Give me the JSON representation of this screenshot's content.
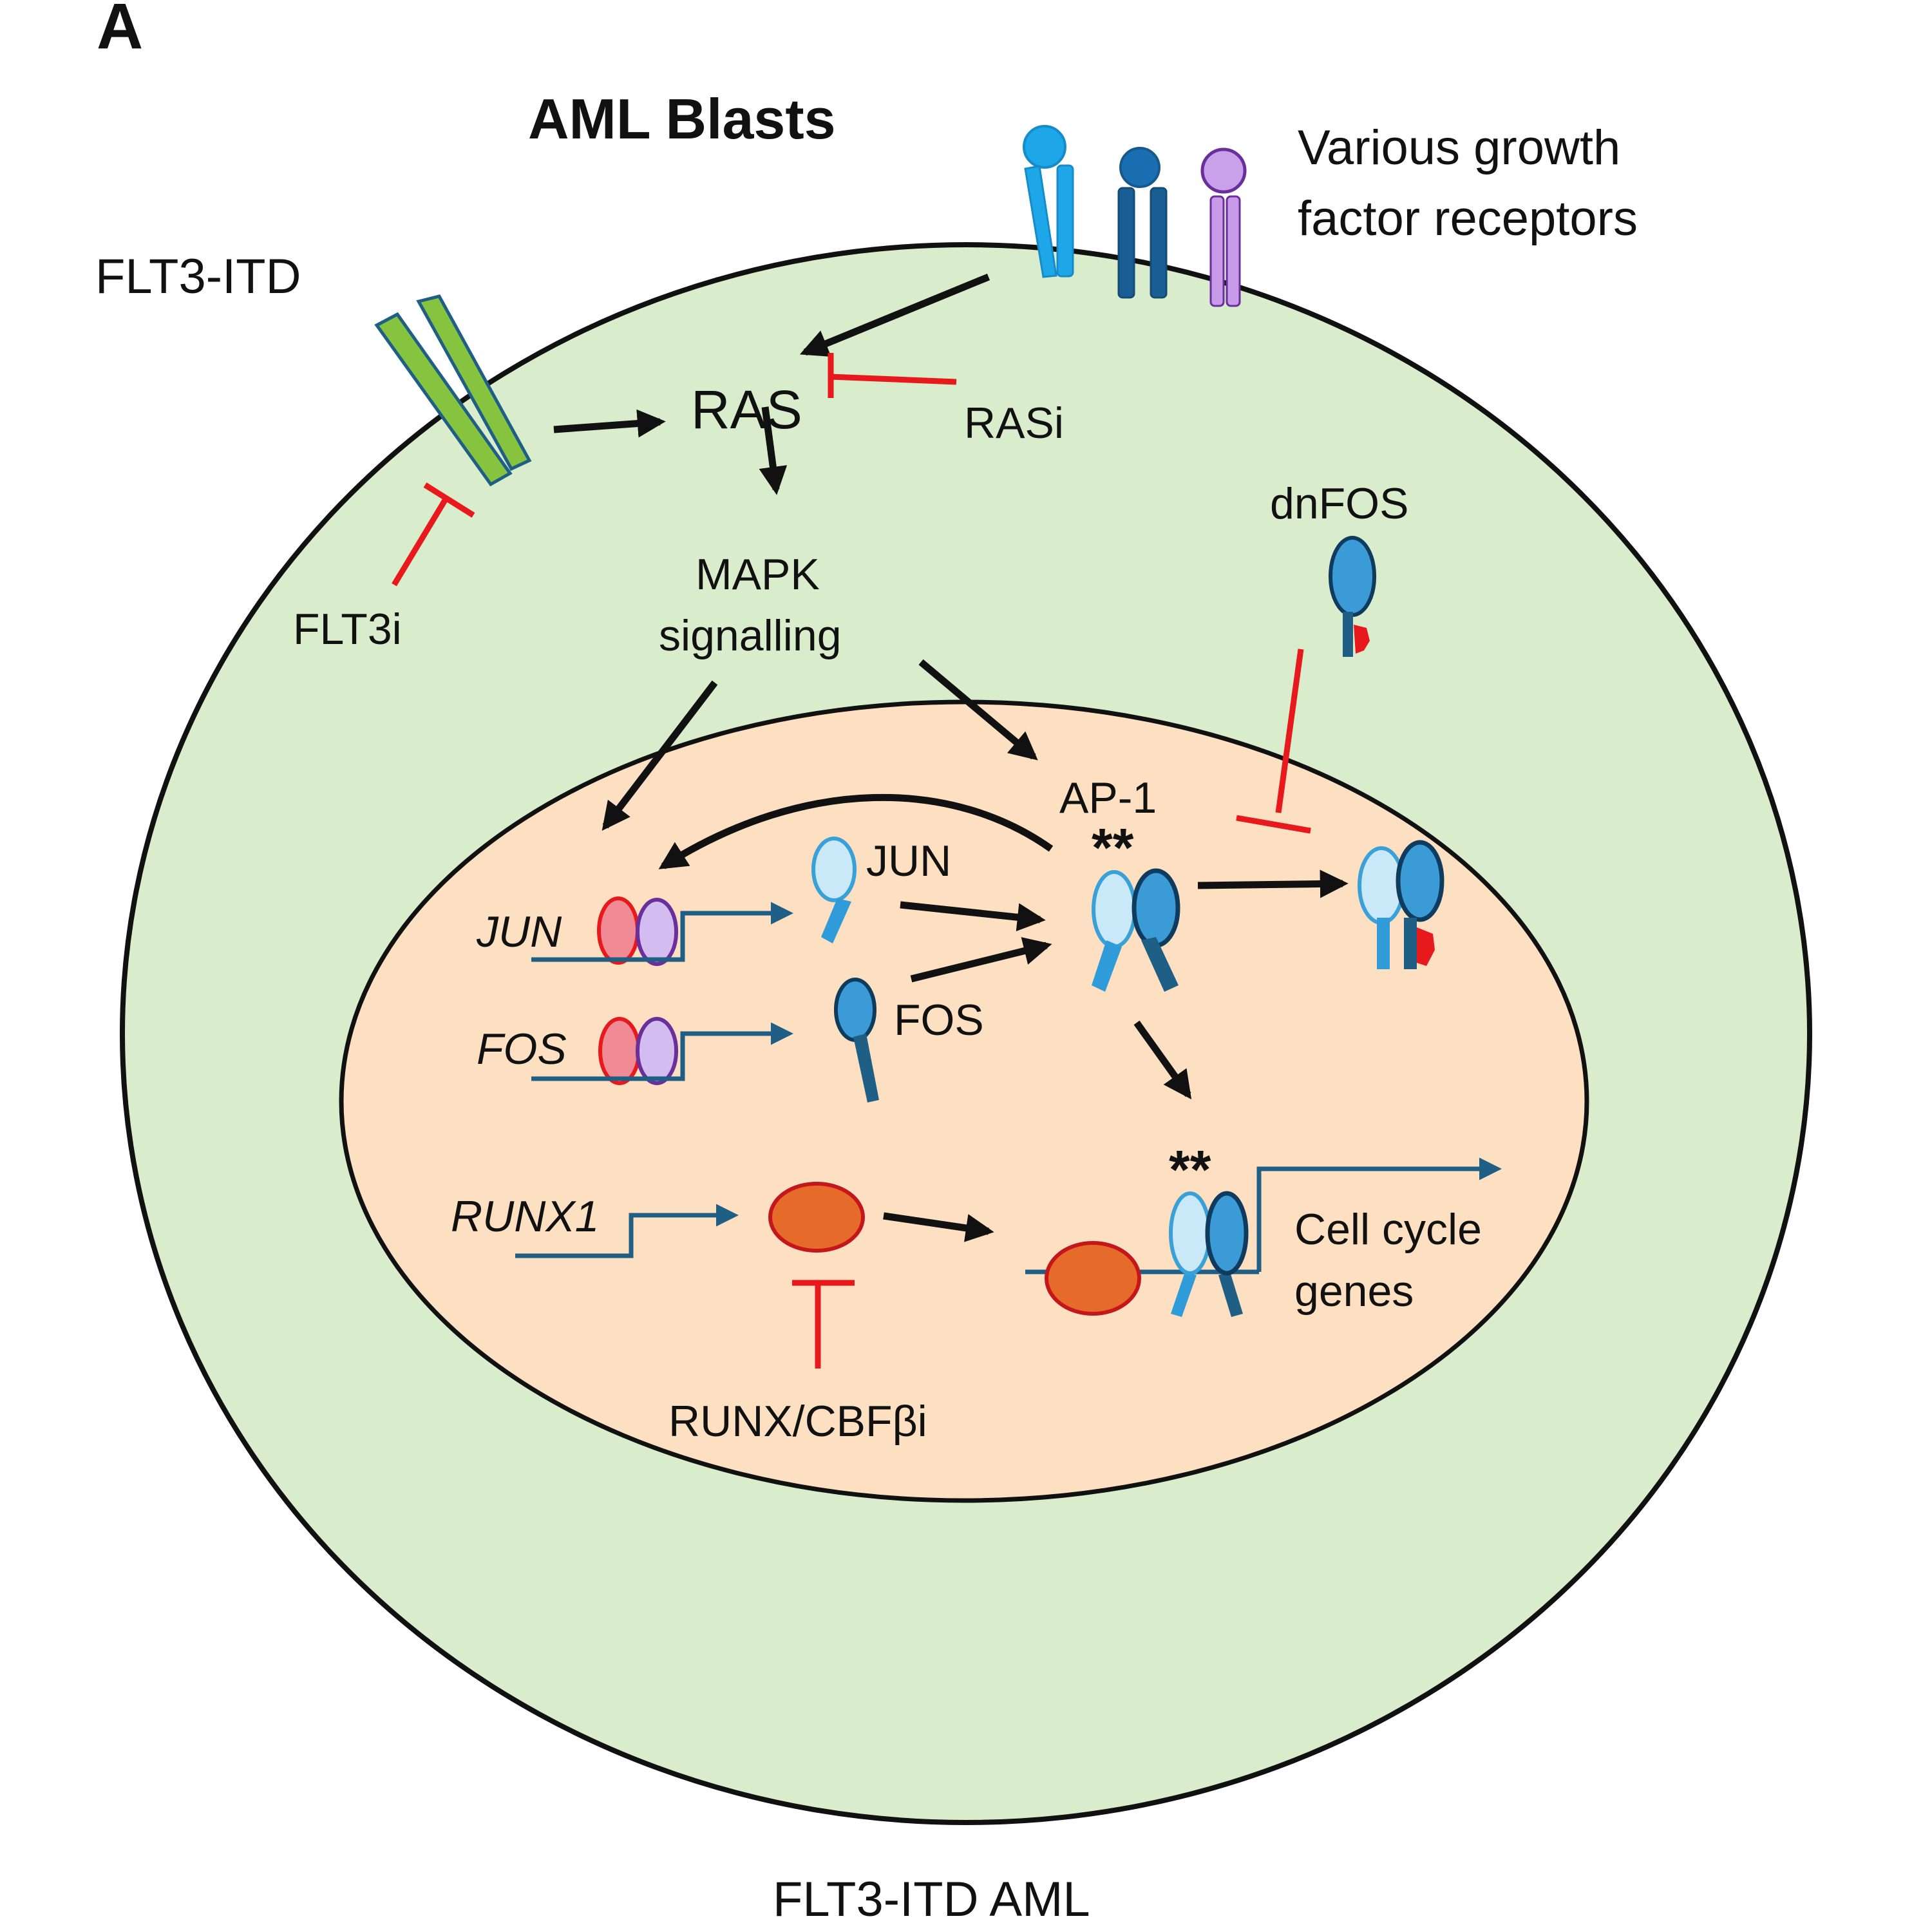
{
  "panel_label": "A",
  "title": "AML Blasts",
  "footer": "FLT3-ITD AML",
  "colors": {
    "cytoplasm": "#d9edcc",
    "nucleus": "#fde0c2",
    "membrane": "#111111",
    "activation": "#111111",
    "inhibition": "#e8191c",
    "transcription": "#1f5f86",
    "flt3": "#86c440",
    "jun": "#c9e8f8",
    "fos": "#3a9bd6",
    "runx1": "#e66b2a",
    "polymerase_red": "#f08a95",
    "polymerase_purple": "#d3bdf0"
  },
  "labels": {
    "flt3_itd": "FLT3-ITD",
    "receptors_line1": "Various growth",
    "receptors_line2": "factor receptors",
    "ras": "RAS",
    "rasi": "RASi",
    "flt3i": "FLT3i",
    "mapk_line1": "MAPK",
    "mapk_line2": "signalling",
    "dnfos": "dnFOS",
    "ap1": "AP-1",
    "ap1_marks": "**",
    "jun_protein": "JUN",
    "fos_protein": "FOS",
    "jun_gene": "JUN",
    "fos_gene": "FOS",
    "runx1_gene": "RUNX1",
    "runx_inhibitor": "RUNX/CBFβi",
    "target_marks": "**",
    "cell_cycle_line1": "Cell cycle",
    "cell_cycle_line2": "genes"
  },
  "interactions": [
    {
      "from": "FLT3-ITD",
      "to": "RAS",
      "type": "activation"
    },
    {
      "from": "Various growth factor receptors",
      "to": "RAS",
      "type": "activation"
    },
    {
      "from": "RASi",
      "to": "RAS",
      "type": "inhibition"
    },
    {
      "from": "FLT3i",
      "to": "FLT3-ITD",
      "type": "inhibition"
    },
    {
      "from": "RAS",
      "to": "MAPK signalling",
      "type": "activation"
    },
    {
      "from": "MAPK signalling",
      "to": "JUN/FOS genes",
      "type": "activation"
    },
    {
      "from": "MAPK signalling",
      "to": "AP-1",
      "type": "activation"
    },
    {
      "from": "AP-1",
      "to": "JUN gene",
      "type": "activation"
    },
    {
      "from": "JUN",
      "to": "AP-1",
      "type": "activation"
    },
    {
      "from": "FOS",
      "to": "AP-1",
      "type": "activation"
    },
    {
      "from": "AP-1",
      "to": "dnFOS-bound AP-1",
      "type": "activation"
    },
    {
      "from": "dnFOS",
      "to": "dnFOS-bound AP-1",
      "type": "inhibition"
    },
    {
      "from": "AP-1",
      "to": "Cell cycle genes",
      "type": "activation"
    },
    {
      "from": "RUNX1",
      "to": "Cell cycle genes",
      "type": "activation"
    },
    {
      "from": "RUNX/CBFβi",
      "to": "RUNX1",
      "type": "inhibition"
    }
  ]
}
